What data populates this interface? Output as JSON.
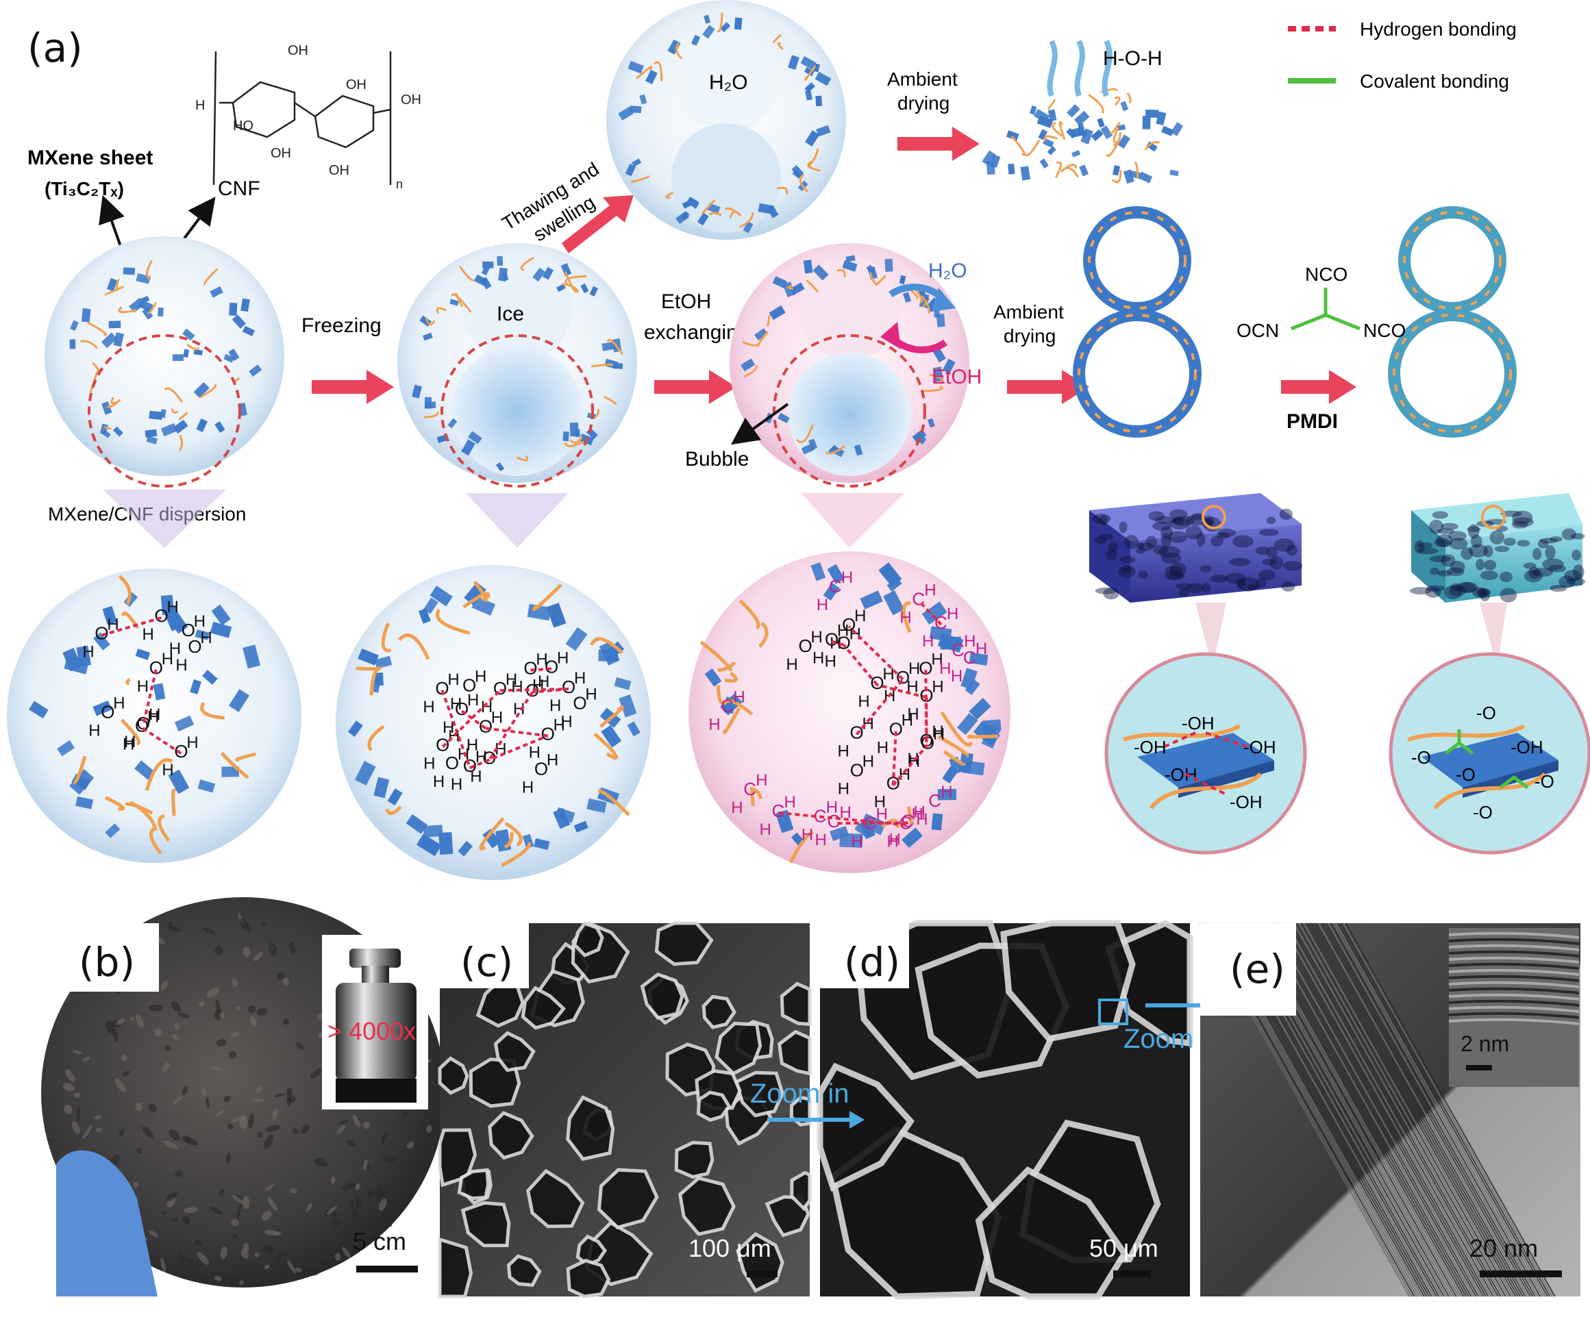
{
  "panel_a": {
    "tag": "(a)",
    "legend": {
      "hydrogen": "Hydrogen bonding",
      "covalent": "Covalent bonding",
      "hydrogen_color": "#e0284a",
      "covalent_color": "#4fbf3f"
    },
    "labels": {
      "mxene_sheet": "MXene sheet",
      "mxene_formula": "(Ti₃C₂Tₓ)",
      "cnf": "CNF",
      "dispersion": "MXene/CNF dispersion",
      "freezing": "Freezing",
      "ice": "Ice",
      "thawing": "Thawing and",
      "swelling": "swelling",
      "h2o_top": "H₂O",
      "ambient_top_1": "Ambient",
      "ambient_top_2": "drying",
      "h2o_vapor": "H-O-H",
      "etoh_1": "EtOH",
      "etoh_2": "exchanging",
      "bubble": "Bubble",
      "h2o_mid": "H₂O",
      "etoh_mid": "EtOH",
      "ambient_mid_1": "Ambient",
      "ambient_mid_2": "drying",
      "nco": "NCO",
      "ocn": "OCN",
      "nco2": "NCO",
      "pmdi": "PMDI",
      "oh": "-OH",
      "o": "-O",
      "o_atom": "O",
      "h_atom": "H",
      "c_atom": "C",
      "cellulose_oh": "OH",
      "cellulose_h": "H",
      "cellulose_ho": "HO",
      "cellulose_n": "n"
    },
    "colors": {
      "mxene": "#3c78c8",
      "cnf": "#f0a050",
      "arrow": "#e8304a",
      "bubble": "#dbe9f5",
      "pink": "#f4d6e6",
      "etoh": "#c0208a",
      "teal": "#86d4dc"
    }
  },
  "panel_b": {
    "tag": "(b)",
    "annotation": "> 4000x",
    "scale": "5 cm"
  },
  "panel_c": {
    "tag": "(c)",
    "scale": "100 μm"
  },
  "panel_d": {
    "tag": "(d)",
    "zoom_left": "Zoom in",
    "zoom_right": "Zoom in",
    "scale": "50 μm"
  },
  "panel_e": {
    "tag": "(e)",
    "inset_scale": "2 nm",
    "scale": "20 nm"
  }
}
